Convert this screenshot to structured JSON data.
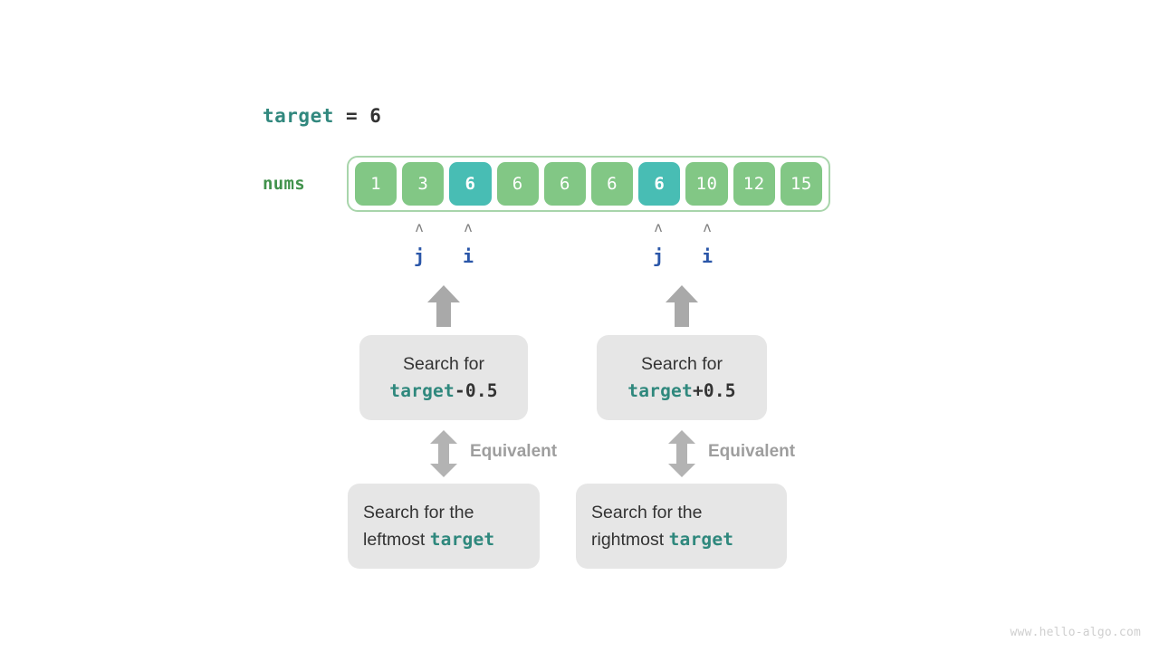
{
  "watermark": "www.hello-algo.com",
  "target_line": {
    "name": "target",
    "operator": " = ",
    "value": "6"
  },
  "array": {
    "label": "nums",
    "values": [
      "1",
      "3",
      "6",
      "6",
      "6",
      "6",
      "6",
      "10",
      "12",
      "15"
    ],
    "highlighted_indices": [
      2,
      6
    ],
    "cell_color": "#82c785",
    "highlight_color": "#48bdb4",
    "frame_border_color": "#a8d5ab"
  },
  "pointers": [
    {
      "caret": "ʌ",
      "label": "j",
      "group": "left"
    },
    {
      "caret": "ʌ",
      "label": "i",
      "group": "left"
    },
    {
      "caret": "ʌ",
      "label": "j",
      "group": "right"
    },
    {
      "caret": "ʌ",
      "label": "i",
      "group": "right"
    }
  ],
  "boxes": {
    "top_left": {
      "line1": "Search for",
      "line2_mono_teal": "target",
      "line2_mono_dark": "-0.5"
    },
    "top_right": {
      "line1": "Search for",
      "line2_mono_teal": "target",
      "line2_mono_dark": "+0.5"
    },
    "bottom_left": {
      "line1": "Search for the",
      "line2_prefix": "leftmost ",
      "line2_mono_teal": "target"
    },
    "bottom_right": {
      "line1": "Search for the",
      "line2_prefix": "rightmost ",
      "line2_mono_teal": "target"
    }
  },
  "equivalence": {
    "left_label": "Equivalent",
    "right_label": "Equivalent"
  },
  "colors": {
    "teal": "#2f887d",
    "green": "#41924c",
    "blue": "#2a56a8",
    "gray_box": "#e6e6e6",
    "arrow_gray": "#a9a9a9"
  }
}
